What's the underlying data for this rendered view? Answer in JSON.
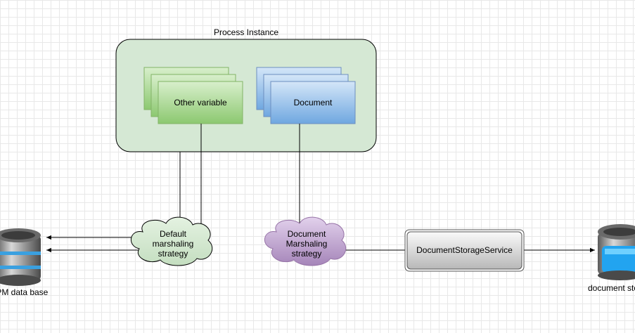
{
  "diagram": {
    "container_label": "Process Instance",
    "other_variable": "Other variable",
    "document": "Document",
    "default_strategy": [
      "Default",
      "marshaling",
      "strategy"
    ],
    "document_strategy": [
      "Document",
      "Marshaling",
      "strategy"
    ],
    "storage_service": "DocumentStorageService",
    "db_label": "jBPM data base",
    "store_label": "document store"
  },
  "colors": {
    "container_fill": "#d5e8d4",
    "green_card": "#97d077",
    "blue_card": "#7eb2e6",
    "default_cloud": "#d5e8d4",
    "document_cloud": "#b89ac9",
    "service_fill": "#d0d0d0",
    "db_accent": "#3aa0e0"
  }
}
